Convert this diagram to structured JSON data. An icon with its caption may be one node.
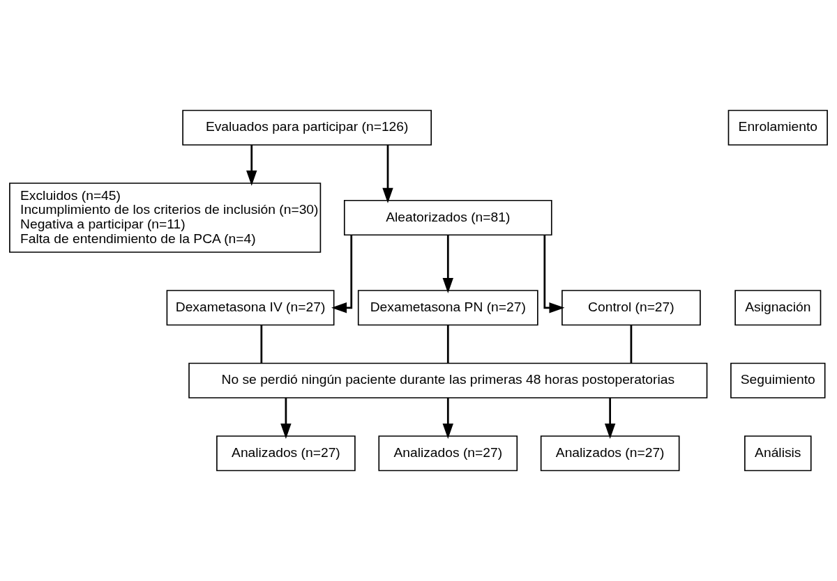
{
  "diagram": {
    "nodes": [
      {
        "text": [
          "Evaluados para participar (n=126)"
        ]
      },
      {
        "text": [
          "Enrolamiento"
        ]
      },
      {
        "text": [
          "Excluidos (n=45)",
          "Incumplimiento de los criterios de inclusión (n=30)",
          "Negativa a participar (n=11)",
          "Falta de entendimiento de la PCA (n=4)"
        ]
      },
      {
        "text": [
          "Aleatorizados (n=81)"
        ]
      },
      {
        "text": [
          "Dexametasona IV (n=27)"
        ]
      },
      {
        "text": [
          "Dexametasona PN (n=27)"
        ]
      },
      {
        "text": [
          "Control (n=27)"
        ]
      },
      {
        "text": [
          "Asignación"
        ]
      },
      {
        "text": [
          "No se perdió ningún paciente durante las primeras 48 horas postoperatorias"
        ]
      },
      {
        "text": [
          "Seguimiento"
        ]
      },
      {
        "text": [
          "Analizados (n=27)"
        ]
      },
      {
        "text": [
          "Analizados (n=27)"
        ]
      },
      {
        "text": [
          "Analizados (n=27)"
        ]
      },
      {
        "text": [
          "Análisis"
        ]
      }
    ],
    "edges": [
      {
        "from": 0,
        "to": 2,
        "arrow": "to"
      },
      {
        "from": 0,
        "to": 3,
        "arrow": "to"
      },
      {
        "from": 3,
        "to": 4,
        "arrow": "to"
      },
      {
        "from": 3,
        "to": 5,
        "arrow": "to"
      },
      {
        "from": 3,
        "to": 6,
        "arrow": "to"
      },
      {
        "from": 4,
        "to": 8,
        "arrow": "none"
      },
      {
        "from": 5,
        "to": 8,
        "arrow": "none"
      },
      {
        "from": 6,
        "to": 8,
        "arrow": "none"
      },
      {
        "from": 8,
        "to": 10,
        "arrow": "to"
      },
      {
        "from": 8,
        "to": 11,
        "arrow": "to"
      },
      {
        "from": 8,
        "to": 12,
        "arrow": "to"
      }
    ]
  }
}
